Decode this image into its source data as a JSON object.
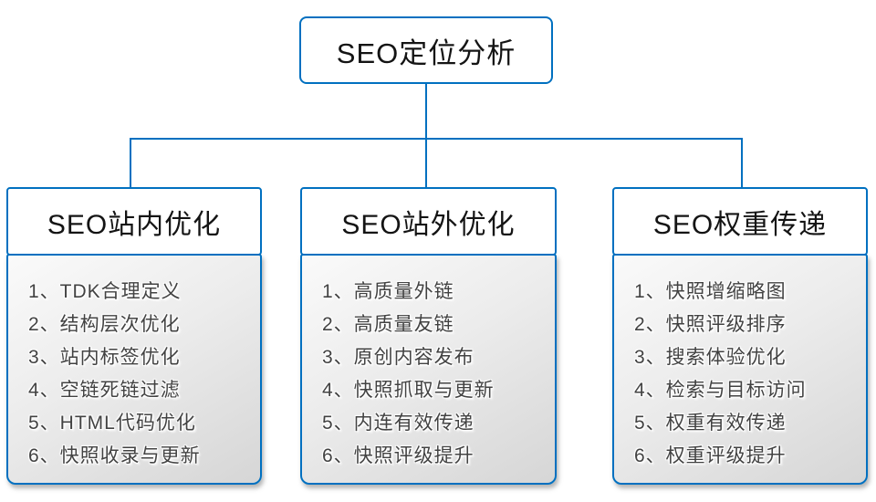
{
  "root": {
    "label": "SEO定位分析"
  },
  "branches": [
    {
      "title": "SEO站内优化",
      "items": [
        "1、TDK合理定义",
        "2、结构层次优化",
        "3、站内标签优化",
        "4、空链死链过滤",
        "5、HTML代码优化",
        "6、快照收录与更新"
      ]
    },
    {
      "title": "SEO站外优化",
      "items": [
        "1、高质量外链",
        "2、高质量友链",
        "3、原创内容发布",
        "4、快照抓取与更新",
        "5、内连有效传递",
        "6、快照评级提升"
      ]
    },
    {
      "title": "SEO权重传递",
      "items": [
        "1、快照增缩略图",
        "2、快照评级排序",
        "3、搜索体验优化",
        "4、检索与目标访问",
        "5、权重有效传递",
        "6、权重评级提升"
      ]
    }
  ],
  "colors": {
    "connector_line": "#0070C0",
    "node_border": "#0070C0",
    "heading_text": "#141414",
    "item_text": "#424242"
  }
}
